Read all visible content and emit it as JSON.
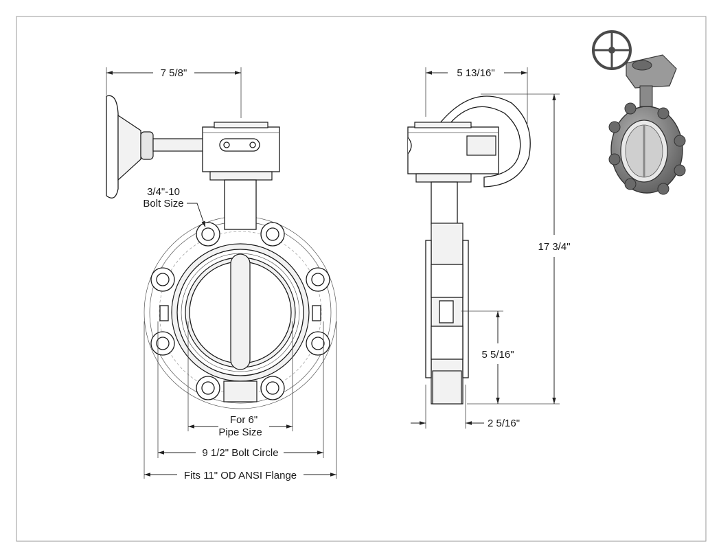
{
  "dimensions": {
    "front_width": "7 5/8\"",
    "side_width": "5 13/16\"",
    "overall_height": "17 3/4\"",
    "centerline_height": "5 5/16\"",
    "face_width": "2 5/16\"",
    "bolt_size_line1": "3/4\"-10",
    "bolt_size_line2": "Bolt Size",
    "pipe_size_line1": "For 6\"",
    "pipe_size_line2": "Pipe Size",
    "bolt_circle": "9 1/2\" Bolt Circle",
    "flange": "Fits 11\" OD ANSI Flange"
  },
  "colors": {
    "line": "#1a1a1a",
    "iso_body": "#8a8a8a",
    "iso_dark": "#4a4a4a"
  }
}
